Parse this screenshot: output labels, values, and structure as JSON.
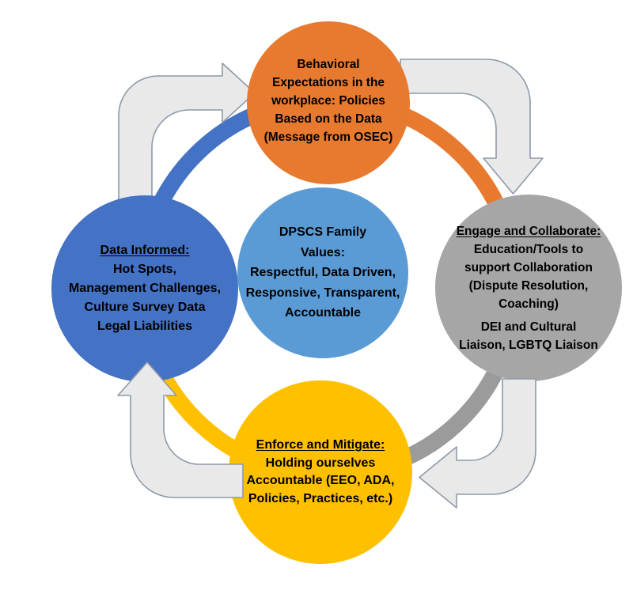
{
  "diagram": {
    "colors": {
      "top_circle": "#E87A2F",
      "right_circle": "#A6A6A6",
      "bottom_circle": "#FFC000",
      "left_circle": "#4472C4",
      "center_circle": "#5B9BD5",
      "arc_orange": "#E87A2F",
      "arc_gray": "#9B9B9B",
      "arc_yellow": "#FFC000",
      "arc_blue": "#4472C4"
    },
    "center": {
      "lines": [
        "DPSCS Family",
        "Values:",
        "Respectful, Data Driven,",
        "Responsive, Transparent,",
        "Accountable"
      ]
    },
    "top": {
      "lines": [
        "Behavioral",
        "Expectations in the",
        "workplace: Policies",
        "Based on the Data",
        "(Message from OSEC)"
      ]
    },
    "right": {
      "title": "Engage and Collaborate:",
      "lines": [
        "Education/Tools to",
        "support Collaboration",
        "(Dispute Resolution,",
        "Coaching)"
      ],
      "lines2": [
        "DEI and Cultural",
        "Liaison, LGBTQ Liaison"
      ]
    },
    "bottom": {
      "title": "Enforce and Mitigate:",
      "lines": [
        "Holding ourselves",
        "Accountable (EEO, ADA,",
        "Policies, Practices, etc.)"
      ]
    },
    "left": {
      "title": "Data Informed:",
      "lines": [
        "Hot Spots,",
        "Management Challenges,",
        "Culture Survey Data",
        "Legal Liabilities"
      ]
    }
  }
}
